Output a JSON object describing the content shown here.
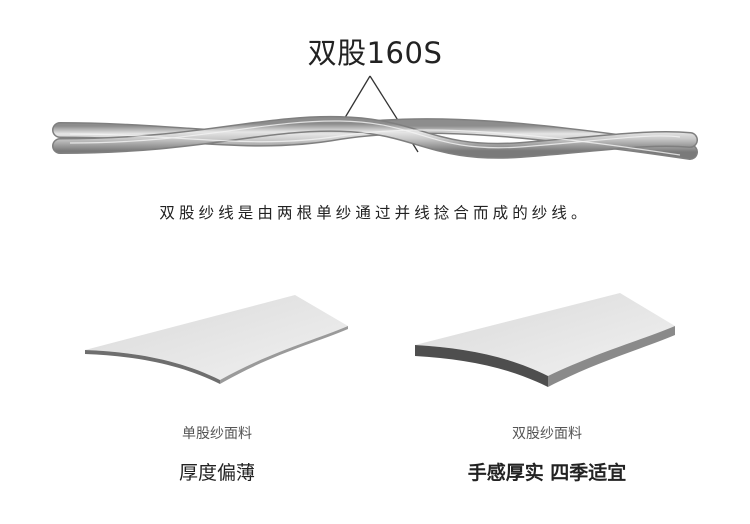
{
  "title": "双股160S",
  "description": "双股纱线是由两根单纱通过并线捻合而成的纱线。",
  "fabrics": [
    {
      "caption": "单股纱面料",
      "feature": "厚度偏薄"
    },
    {
      "caption": "双股纱面料",
      "feature": "手感厚实 四季适宜"
    }
  ]
}
